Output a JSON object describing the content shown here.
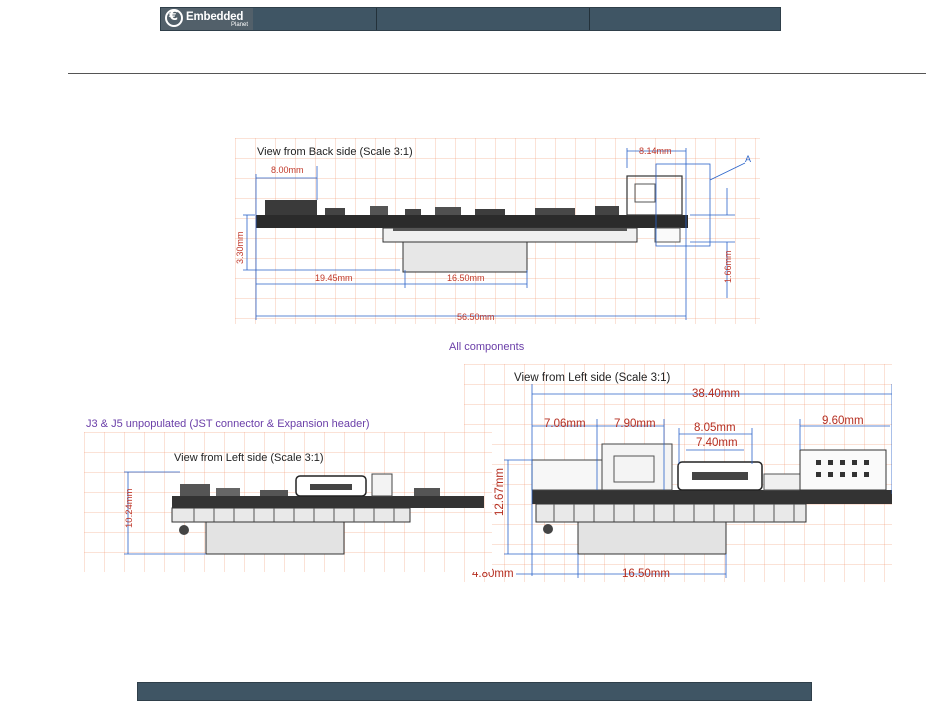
{
  "header": {
    "logo_main": "Embedded",
    "logo_sub": "Planet"
  },
  "colors": {
    "bar": "#3f5564",
    "dimension": "#c0392b",
    "leader": "#2a63c9",
    "caption_purple": "#6a3ea8",
    "grid": "#f3c4ad"
  },
  "back_view": {
    "caption": "View from Back side (Scale 3:1)",
    "dims": {
      "top_left": "8.00mm",
      "top_right": "8.14mm",
      "height": "3.30mm",
      "left_offset": "19.45mm",
      "mid_width": "16.50mm",
      "right_height": "1.66mm",
      "overall": "56.50mm"
    },
    "callout": "A"
  },
  "left_view_all": {
    "heading": "All components",
    "caption": "View from Left side (Scale 3:1)",
    "dims": {
      "overall": "38.40mm",
      "a": "7.06mm",
      "b": "7.90mm",
      "c": "8.05mm",
      "d": "7.40mm",
      "e": "9.60mm",
      "height": "12.67mm",
      "offset": "4.80mm",
      "width": "16.50mm"
    }
  },
  "left_view_unpop": {
    "heading": "J3 & J5 unpopulated (JST connector & Expansion header)",
    "caption": "View from Left side (Scale 3:1)",
    "dims": {
      "height": "10.24mm"
    }
  }
}
